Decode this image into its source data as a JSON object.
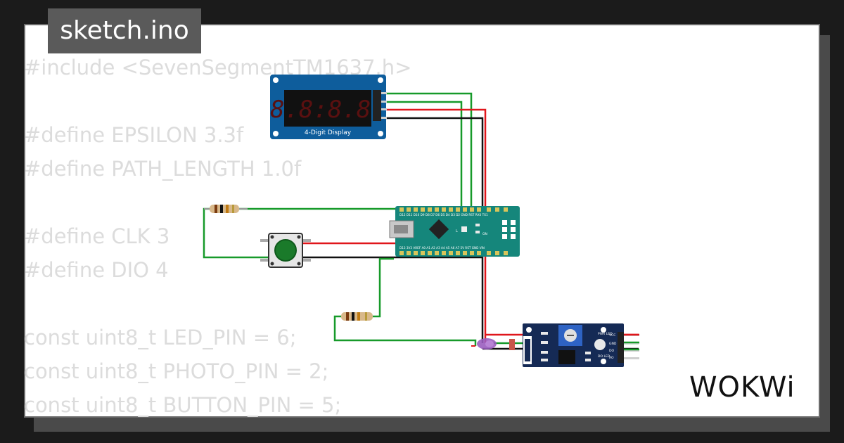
{
  "title": "sketch.ino",
  "code_lines": [
    "#include <SevenSegmentTM1637.h>",
    "",
    "#define EPSILON 3.3f",
    "#define PATH_LENGTH 1.0f",
    "",
    "#define CLK 3",
    "#define DIO 4",
    "",
    "const uint8_t LED_PIN = 6;",
    "const uint8_t PHOTO_PIN = 2;",
    "const uint8_t BUTTON_PIN = 5;"
  ],
  "display": {
    "digits": "8.8:8.8.",
    "label": "4-Digit Display"
  },
  "arduino": {
    "top_pins": "D12 D11 D10 D9 D8 D7 D6 D5 D4 D3 D2 GND RST RX0 TX1",
    "bottom_pins": "D13 3V3 AREF A0 A1 A2 A3 A4 A5 A6 A7 5V RST GND VIN",
    "led_label": "L",
    "power_label": "ON"
  },
  "sensor": {
    "labels": [
      "PWR LED",
      "DO LED"
    ],
    "pins": [
      "VCC",
      "GND",
      "DO",
      "AO"
    ]
  },
  "brand": "WOKWi",
  "colors": {
    "wire_green": "#179a2a",
    "wire_red": "#e0161b",
    "wire_black": "#111111",
    "display_board": "#0e5d9c",
    "nano_board": "#15867b",
    "sensor_board": "#152a55",
    "button_cap": "#1a7a2a"
  }
}
